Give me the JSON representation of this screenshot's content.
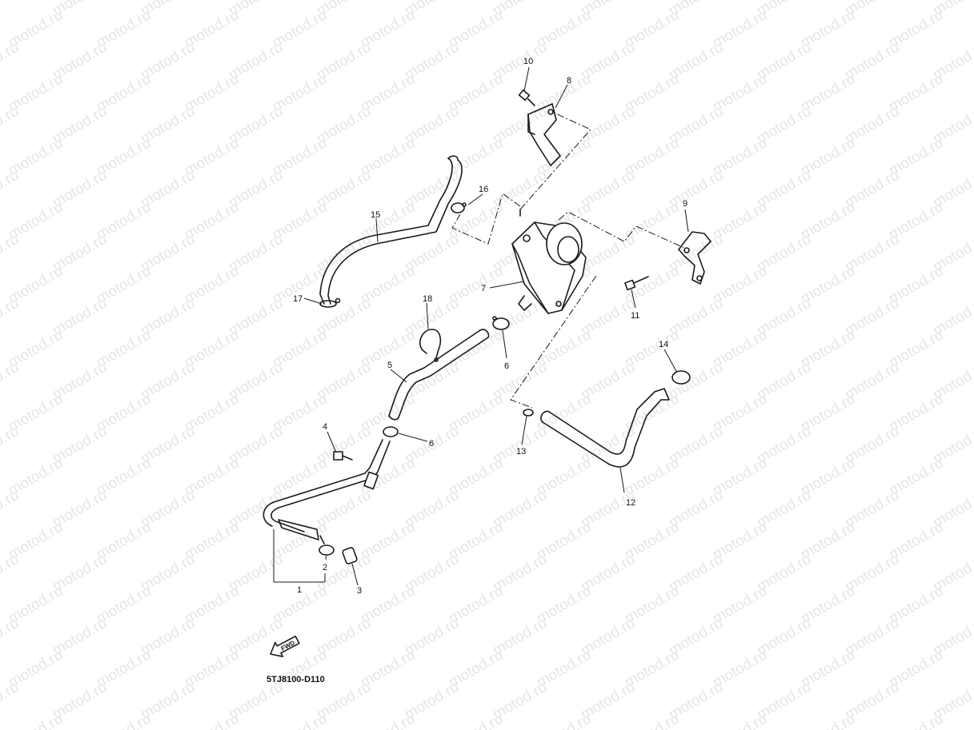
{
  "diagram": {
    "watermark_text": "motod.ru",
    "drawing_code": "5TJ8100-D110",
    "fwd_label": "FWD",
    "callouts": [
      "1",
      "2",
      "3",
      "4",
      "5",
      "6",
      "6",
      "7",
      "8",
      "9",
      "10",
      "11",
      "12",
      "13",
      "14",
      "15",
      "16",
      "17",
      "18"
    ]
  }
}
